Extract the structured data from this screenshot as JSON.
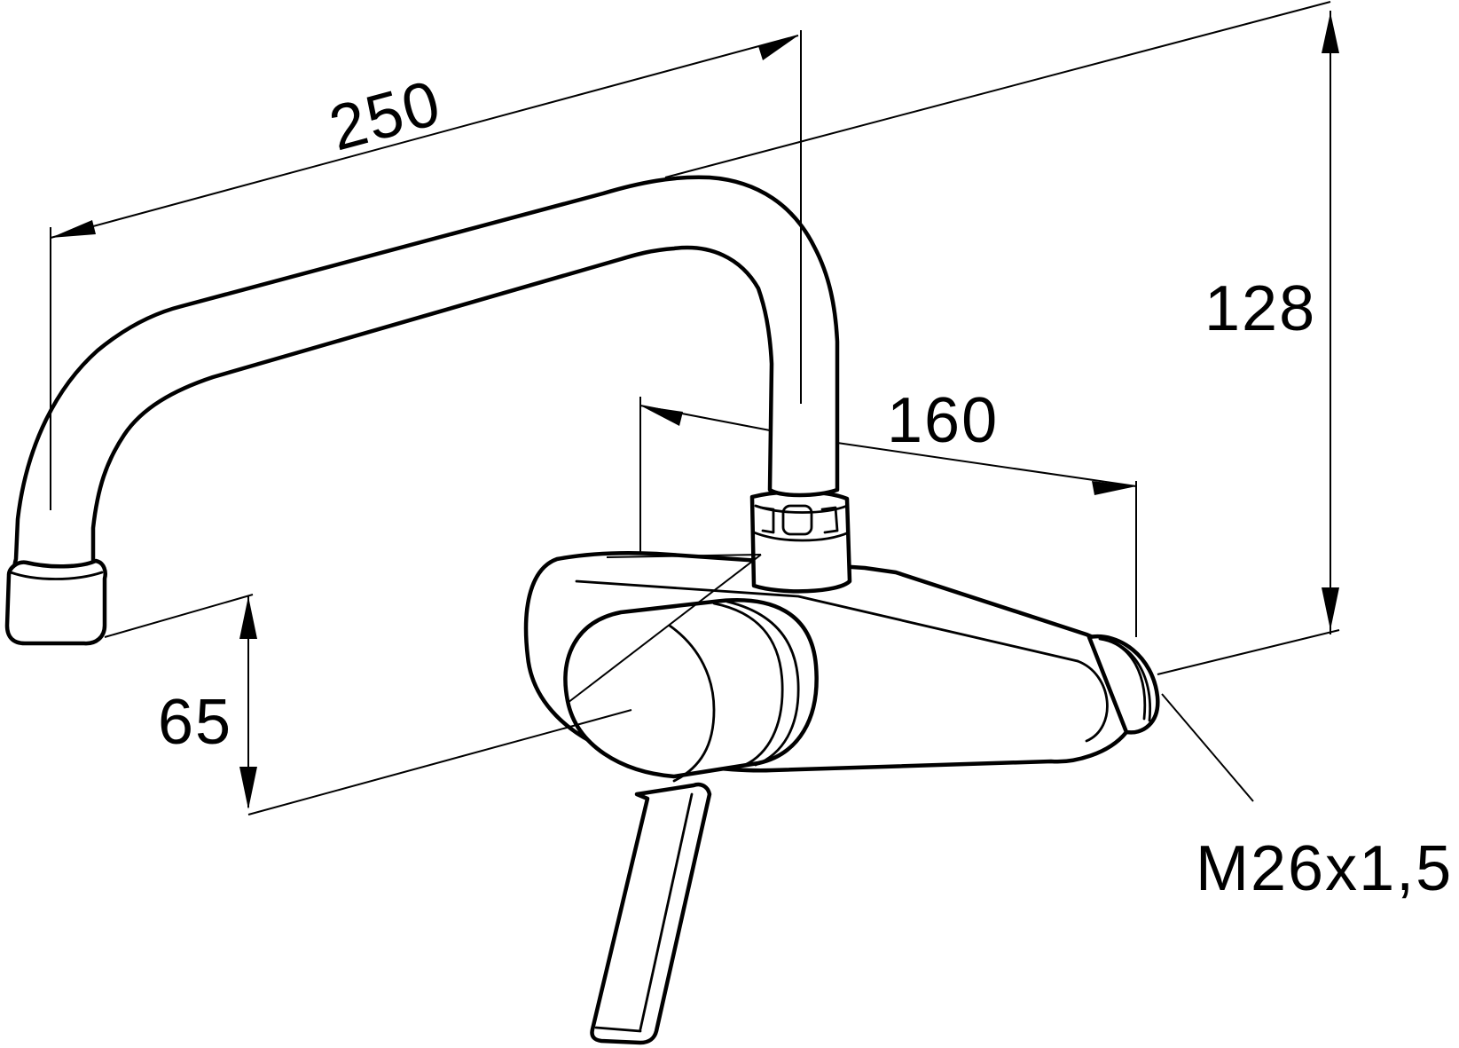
{
  "dimensions": {
    "spout_length": "250",
    "height": "128",
    "center_distance": "160",
    "outlet_height": "65",
    "thread": "M26x1,5"
  },
  "colors": {
    "line": "#000000",
    "background": "#ffffff"
  }
}
